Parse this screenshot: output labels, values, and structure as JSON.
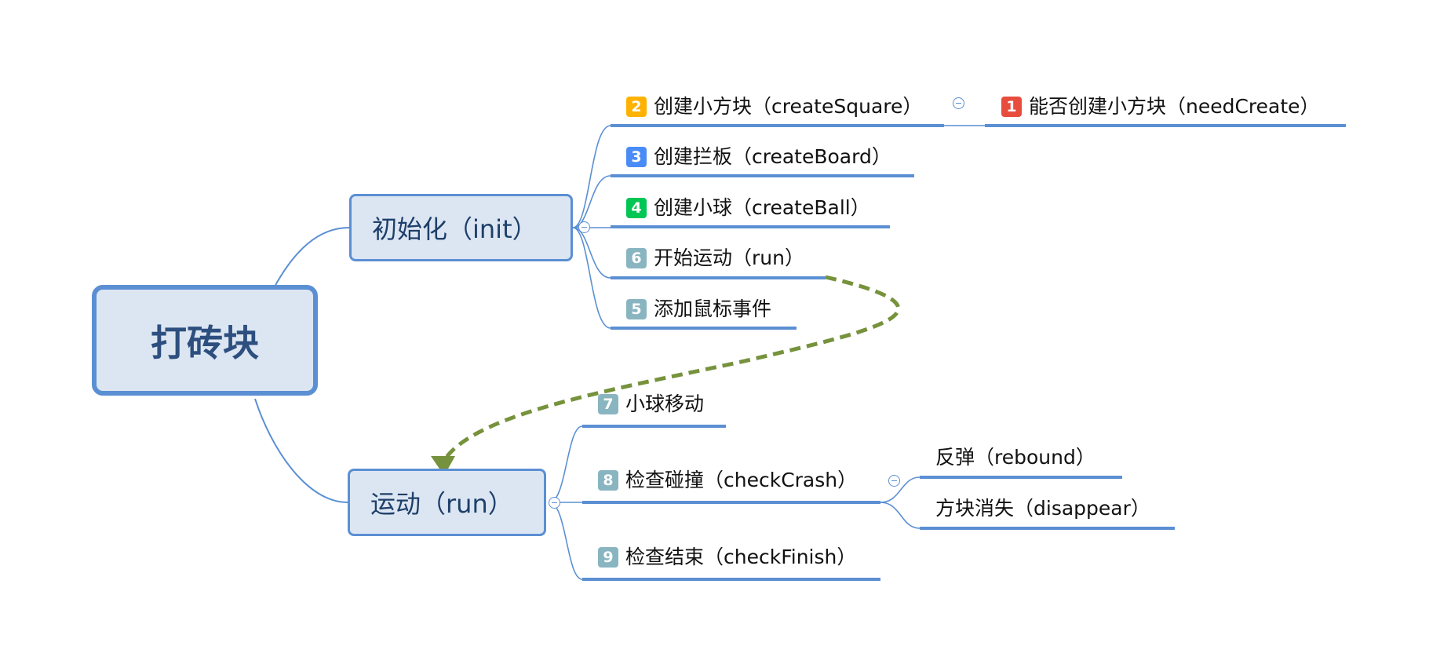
{
  "colors": {
    "link": "#5b8fd3",
    "node_fill": "#dce6f2",
    "relation": "#76923c",
    "badge_1": "#e84c3d",
    "badge_2": "#ffb200",
    "badge_3": "#4a8cf7",
    "badge_4": "#00c653",
    "badge_task": "#89b5c1"
  },
  "mindmap": {
    "root": {
      "label": "打砖块"
    },
    "init": {
      "label": "初始化（init）",
      "children": [
        {
          "badge": "2",
          "label": "创建小方块（createSquare）",
          "child": {
            "badge": "1",
            "label": "能否创建小方块（needCreate）"
          }
        },
        {
          "badge": "3",
          "label": "创建拦板（createBoard）"
        },
        {
          "badge": "4",
          "label": "创建小球（createBall）"
        },
        {
          "badge": "6",
          "label": "开始运动（run）"
        },
        {
          "badge": "5",
          "label": "添加鼠标事件"
        }
      ]
    },
    "run": {
      "label": "运动（run）",
      "children": [
        {
          "badge": "7",
          "label": "小球移动"
        },
        {
          "badge": "8",
          "label": "检查碰撞（checkCrash）",
          "children": [
            {
              "label": "反弹（rebound）"
            },
            {
              "label": "方块消失（disappear）"
            }
          ]
        },
        {
          "badge": "9",
          "label": "检查结束（checkFinish）"
        }
      ]
    }
  }
}
